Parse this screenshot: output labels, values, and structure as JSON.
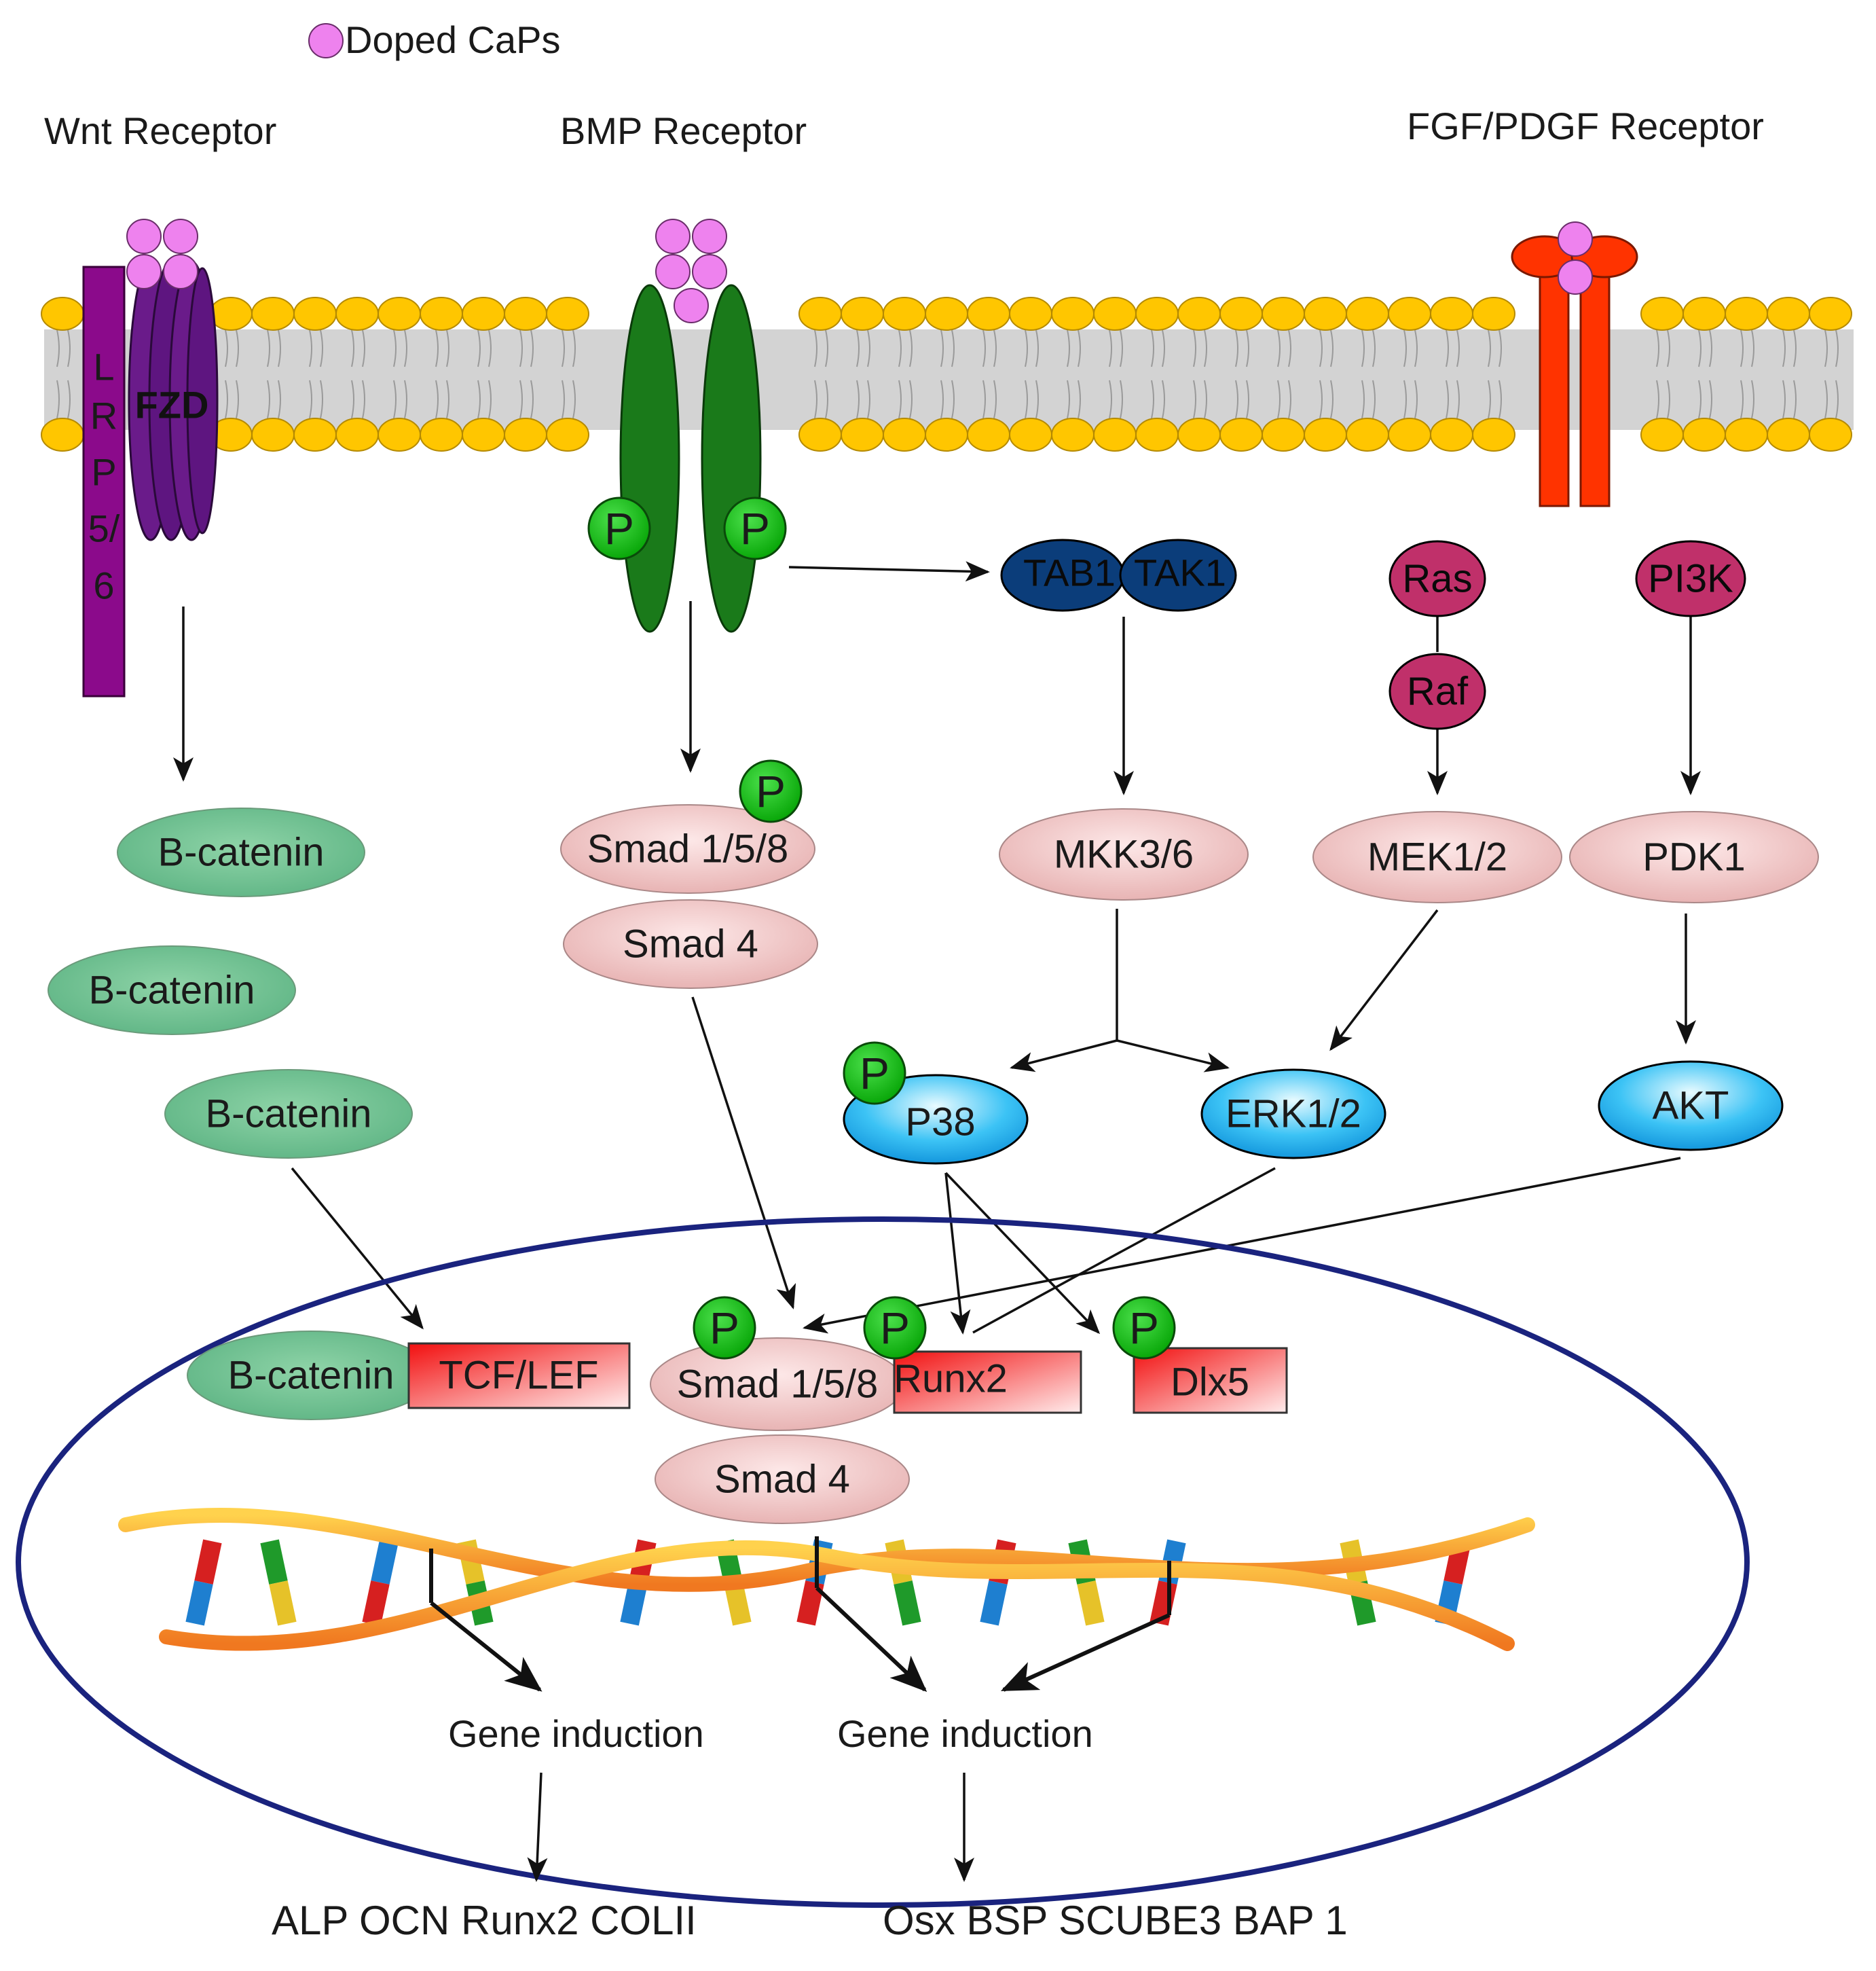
{
  "legend": {
    "doped_caps_label": "Doped CaPs",
    "doped_caps_color": "#ee82ee"
  },
  "receptors": {
    "wnt": "Wnt Receptor",
    "bmp": "BMP Receptor",
    "fgf": "FGF/PDGF Receptor"
  },
  "membrane_proteins": {
    "lrp": [
      "L",
      "R",
      "P",
      "5/",
      "6"
    ],
    "fzd": "FZD"
  },
  "phospho": "P",
  "cytoplasm": {
    "tab1": "TAB1",
    "tak1": "TAK1",
    "ras": "Ras",
    "raf": "Raf",
    "pi3k": "PI3K",
    "b_catenin": "B-catenin",
    "smad158": "Smad 1/5/8",
    "smad4": "Smad 4",
    "mkk36": "MKK3/6",
    "mek12": "MEK1/2",
    "pdk1": "PDK1",
    "p38": "P38",
    "erk12": "ERK1/2",
    "akt": "AKT"
  },
  "nucleus": {
    "b_catenin": "B-catenin",
    "tcf_lef": "TCF/LEF",
    "smad158": "Smad 1/5/8",
    "runx2": "Runx2",
    "dlx5": "Dlx5",
    "smad4": "Smad 4",
    "gene_induction_1": "Gene induction",
    "gene_induction_2": "Gene induction"
  },
  "outputs": {
    "left": "ALP OCN Runx2 COLII",
    "right": "Osx BSP SCUBE3 BAP 1"
  },
  "colors": {
    "lipid_head": "#ffc600",
    "membrane": "#d3d3d3",
    "wnt_lrp": "#8b0a8b",
    "fzd": "#5a1a7a",
    "bmp_receptor": "#1a7a1a",
    "fgf_receptor": "#ff3300",
    "tab_tak": "#0b3d7a",
    "ras_raf_pi3k": "#c0306a",
    "b_catenin": "#66bb88",
    "pink_node": "#f3c9c9",
    "cyan_node": "#29b6f6",
    "red_box": "#ee3333",
    "phospho": "#11bb11",
    "nucleus_border": "#1a237e"
  }
}
